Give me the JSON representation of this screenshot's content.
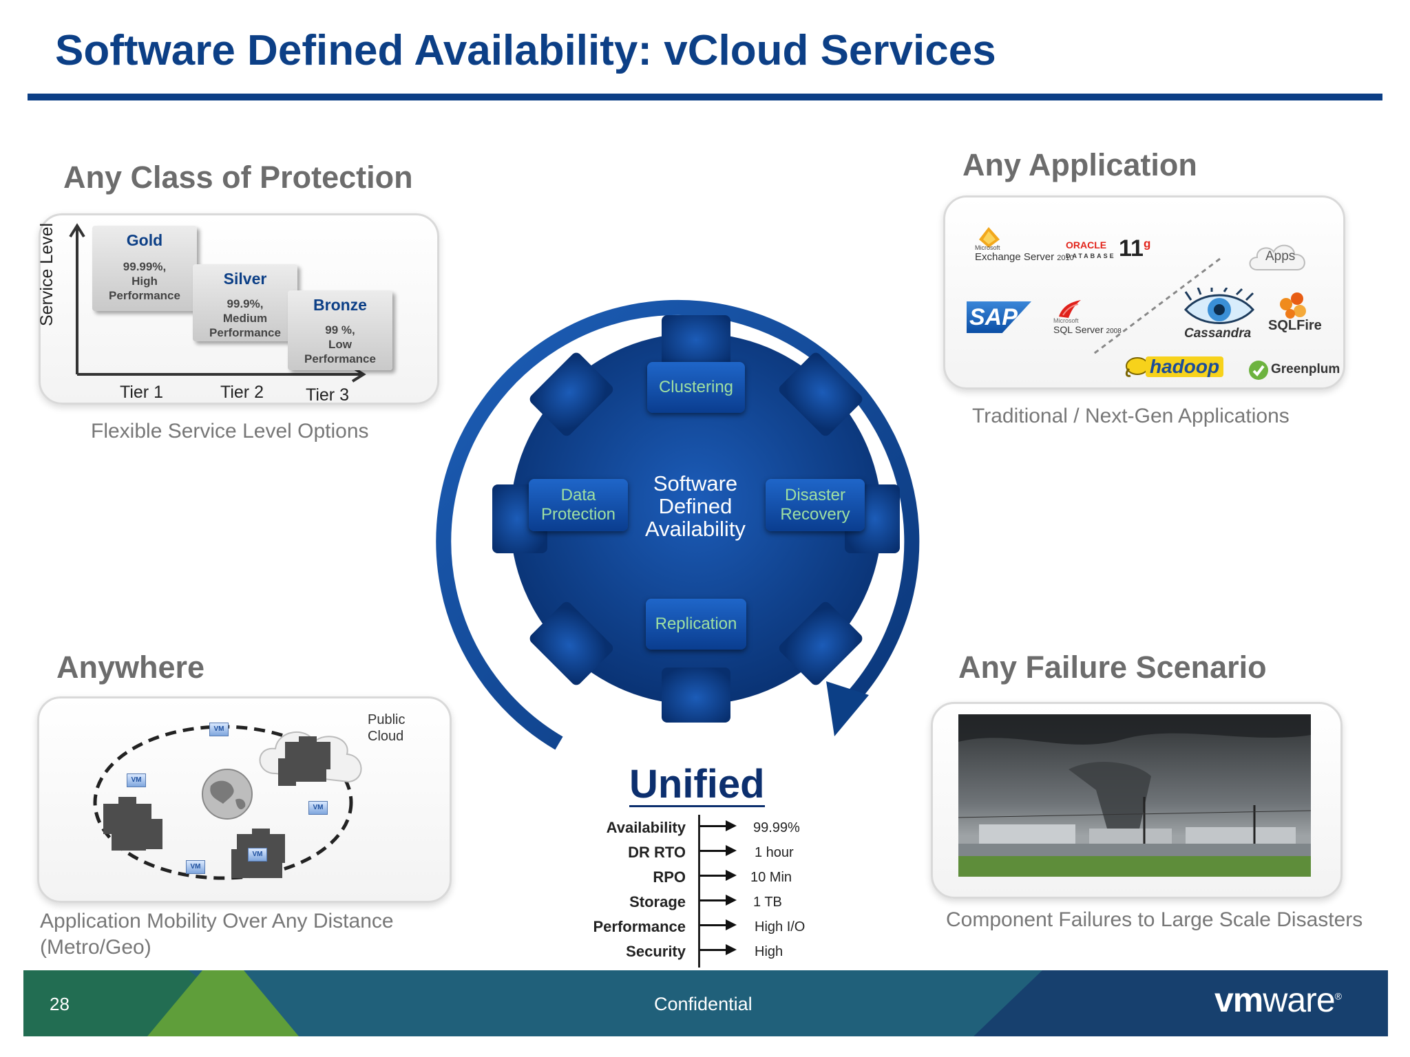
{
  "slide_title": "Software Defined Availability: vCloud Services",
  "protection": {
    "heading": "Any Class of Protection",
    "axis_label": "Service Level",
    "tiers": [
      {
        "name": "Gold",
        "line1": "99.99%,",
        "line2": "High",
        "line3": "Performance",
        "tier": "Tier 1"
      },
      {
        "name": "Silver",
        "line1": "99.9%,",
        "line2": "Medium",
        "line3": "Performance",
        "tier": "Tier 2"
      },
      {
        "name": "Bronze",
        "line1": "99 %,",
        "line2": "Low",
        "line3": "Performance",
        "tier": "Tier 3"
      }
    ],
    "caption": "Flexible Service Level Options"
  },
  "application": {
    "heading": "Any Application",
    "logos": {
      "exchange_small": "Microsoft",
      "exchange": "Exchange Server",
      "exchange_ver": "2010",
      "oracle": "ORACLE",
      "oracle_db": "DATABASE",
      "oracle_ver": "11",
      "oracle_sup": "g",
      "apps": "Apps",
      "sap": "SAP",
      "sql_small": "Microsoft",
      "sql": "SQL Server",
      "sql_ver": "2008",
      "cassandra": "Cassandra",
      "sqlfire": "SQLFire",
      "hadoop": "hadoop",
      "greenplum": "Greenplum"
    },
    "caption": "Traditional / Next-Gen Applications"
  },
  "gear": {
    "center_line1": "Software",
    "center_line2": "Defined",
    "center_line3": "Availability",
    "top": "Clustering",
    "left_line1": "Data",
    "left_line2": "Protection",
    "right_line1": "Disaster",
    "right_line2": "Recovery",
    "bottom": "Replication"
  },
  "anywhere": {
    "heading": "Anywhere",
    "cloud_line1": "Public",
    "cloud_line2": "Cloud",
    "vm_label": "VM",
    "caption_line1": "Application Mobility Over Any Distance",
    "caption_line2": "(Metro/Geo)"
  },
  "failure": {
    "heading": "Any Failure Scenario",
    "caption": "Component Failures to Large Scale Disasters"
  },
  "unified": {
    "title": "Unified",
    "rows": [
      {
        "label": "Availability",
        "value": "99.99%"
      },
      {
        "label": "DR RTO",
        "value": "1 hour"
      },
      {
        "label": "RPO",
        "value": "10 Min"
      },
      {
        "label": "Storage",
        "value": "1 TB"
      },
      {
        "label": "Performance",
        "value": "High I/O"
      },
      {
        "label": "Security",
        "value": "High"
      }
    ]
  },
  "footer": {
    "page_number": "28",
    "confidential": "Confidential",
    "brand_vm": "vm",
    "brand_ware": "ware",
    "brand_reg": "®"
  },
  "colors": {
    "title_blue": "#0c3f86",
    "gear_blue": "#0d3f8a",
    "green_text": "#9fe0a2",
    "footer_green": "#5f9e3a",
    "footer_teal": "#20607a",
    "footer_navy": "#17406e"
  }
}
